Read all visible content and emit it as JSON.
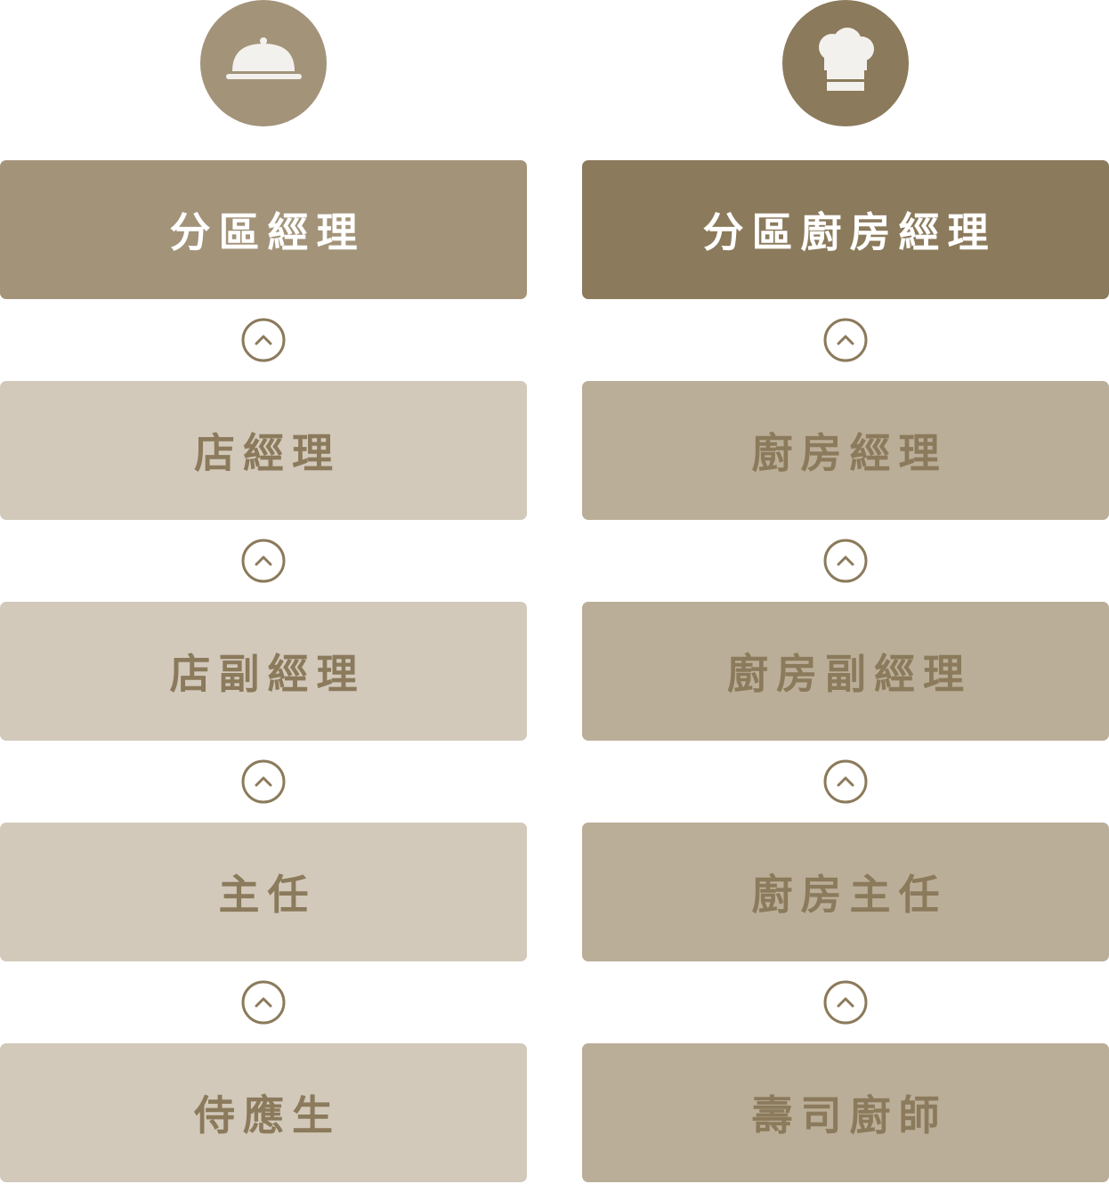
{
  "colors": {
    "left_icon_bg": "#a39379",
    "right_icon_bg": "#8b7a5b",
    "left_top_bg": "#a39379",
    "right_top_bg": "#8b7a5b",
    "left_box_bg": "#d2c9bb",
    "right_box_bg": "#baae98",
    "top_text": "#ffffff",
    "box_text": "#8b7a5b",
    "arrow": "#8b7a5b",
    "icon_fg": "#f3f1ee"
  },
  "columns": [
    {
      "id": "front-of-house",
      "icon": "cloche-icon",
      "roles": [
        "分區經理",
        "店經理",
        "店副經理",
        "主任",
        "侍應生"
      ]
    },
    {
      "id": "kitchen",
      "icon": "chef-hat-icon",
      "roles": [
        "分區廚房經理",
        "廚房經理",
        "廚房副經理",
        "廚房主任",
        "壽司廚師"
      ]
    }
  ]
}
